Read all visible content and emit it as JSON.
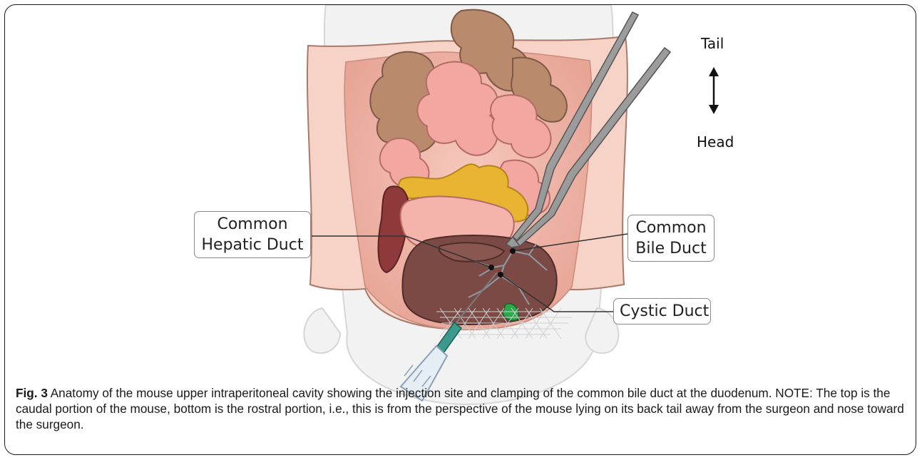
{
  "figure": {
    "label": "Fig. 3",
    "caption": " Anatomy of the mouse upper intraperitoneal cavity showing the injection site and clamping of the common bile duct at the duodenum. NOTE: The top is the caudal portion of the mouse, bottom is the rostral portion, i.e., this is from the perspective of the mouse lying on its back tail away from the surgeon and nose toward the surgeon."
  },
  "orientation": {
    "top_label": "Tail",
    "bottom_label": "Head"
  },
  "callouts": {
    "common_hepatic_duct": {
      "line1": "Common",
      "line2": "Hepatic Duct"
    },
    "common_bile_duct": {
      "line1": "Common",
      "line2": "Bile Duct"
    },
    "cystic_duct": {
      "line1": "Cystic Duct"
    }
  },
  "colors": {
    "skin_flap": "#f6d3c6",
    "skin_flap_outline": "#a77a6c",
    "intestine_pink": "#f2a7a1",
    "intestine_brown": "#b98a6c",
    "pancreas_yellow": "#e8b431",
    "liver": "#7c4a45",
    "spleen": "#8e3a3a",
    "stomach": "#f4b3ab",
    "gallbladder": "#2aa84a",
    "syringe_teal": "#3a9a8c",
    "forceps_gray": "#8d8d8d",
    "leader_line": "#333333"
  }
}
